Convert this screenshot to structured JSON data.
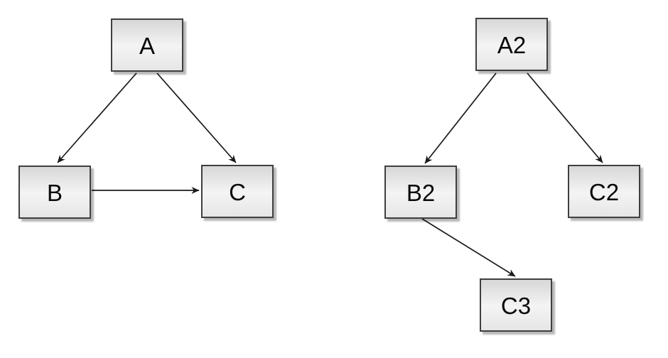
{
  "page": {
    "background": "#ffffff",
    "description": "Two directed graph diagrams of gray gradient boxes connected by black arrows"
  },
  "left_graph": {
    "nodes": [
      {
        "id": "A",
        "label": "A"
      },
      {
        "id": "B",
        "label": "B"
      },
      {
        "id": "C",
        "label": "C"
      }
    ],
    "edges": [
      {
        "from": "A",
        "to": "B"
      },
      {
        "from": "A",
        "to": "C"
      },
      {
        "from": "B",
        "to": "C"
      }
    ]
  },
  "right_graph": {
    "nodes": [
      {
        "id": "A2",
        "label": "A2"
      },
      {
        "id": "B2",
        "label": "B2"
      },
      {
        "id": "C2",
        "label": "C2"
      },
      {
        "id": "C3",
        "label": "C3"
      }
    ],
    "edges": [
      {
        "from": "A2",
        "to": "B2"
      },
      {
        "from": "A2",
        "to": "C2"
      },
      {
        "from": "B2",
        "to": "C3"
      }
    ]
  },
  "colors": {
    "node_fill_top": "#d7d7d7",
    "node_fill_mid": "#f4f4f4",
    "node_fill_bottom": "#e6e6e6",
    "node_border": "#3f3f3f",
    "edge_stroke": "#1a1a1a",
    "node_text": "#0a0a0a",
    "page_bg": "#ffffff"
  }
}
